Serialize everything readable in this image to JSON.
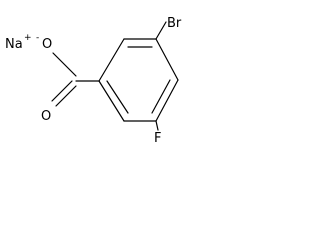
{
  "molecule": {
    "counterion": {
      "symbol": "Na",
      "charge": "+"
    },
    "carboxylate": {
      "charge": "-",
      "atoms": [
        "O",
        "O"
      ]
    },
    "substituents": {
      "bromine": "Br",
      "fluorine": "F"
    }
  },
  "colors": {
    "bond": "#000000",
    "text": "#000000",
    "background": "#ffffff"
  }
}
